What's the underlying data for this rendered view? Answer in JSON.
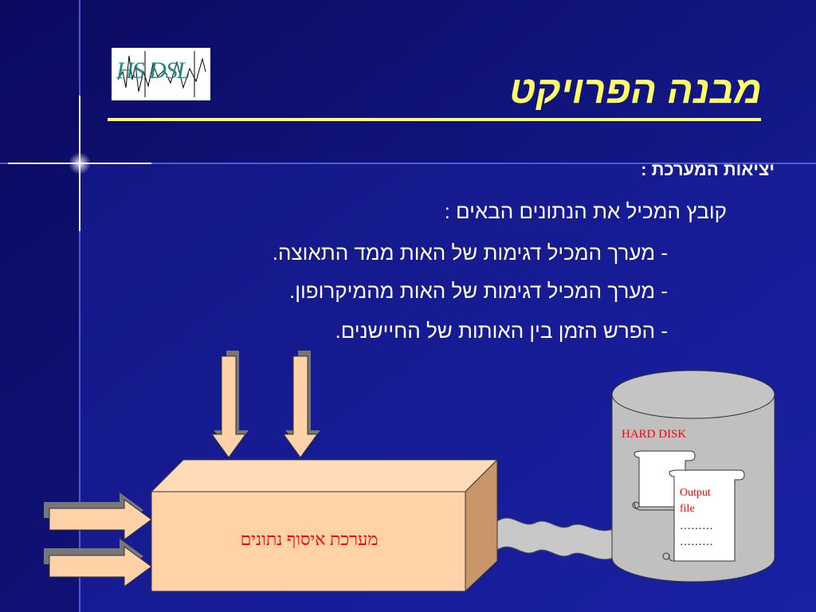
{
  "slide": {
    "title": "מבנה הפרויקט",
    "logo_text": "HS DSL",
    "section_heading": "יציאות המערכת :",
    "intro_line": "קובץ המכיל  את הנתונים הבאים :",
    "bullets": [
      "- מערך המכיל דגימות של האות ממד התאוצה.",
      "- מערך המכיל דגימות של האות מהמיקרופון.",
      "- הפרש הזמן בין האותות של החיישנים."
    ]
  },
  "diagram": {
    "box_label": "מערכת איסוף נתונים",
    "disk_label": "HARD DISK",
    "file_lines": [
      "Output",
      "file",
      "………",
      "………"
    ]
  },
  "colors": {
    "background": "#12128a",
    "title": "#ffff66",
    "box_front": "#ffd2a8",
    "box_label": "#ff0000",
    "disk_label": "#ff0000",
    "disk": "#c0c0c0"
  }
}
